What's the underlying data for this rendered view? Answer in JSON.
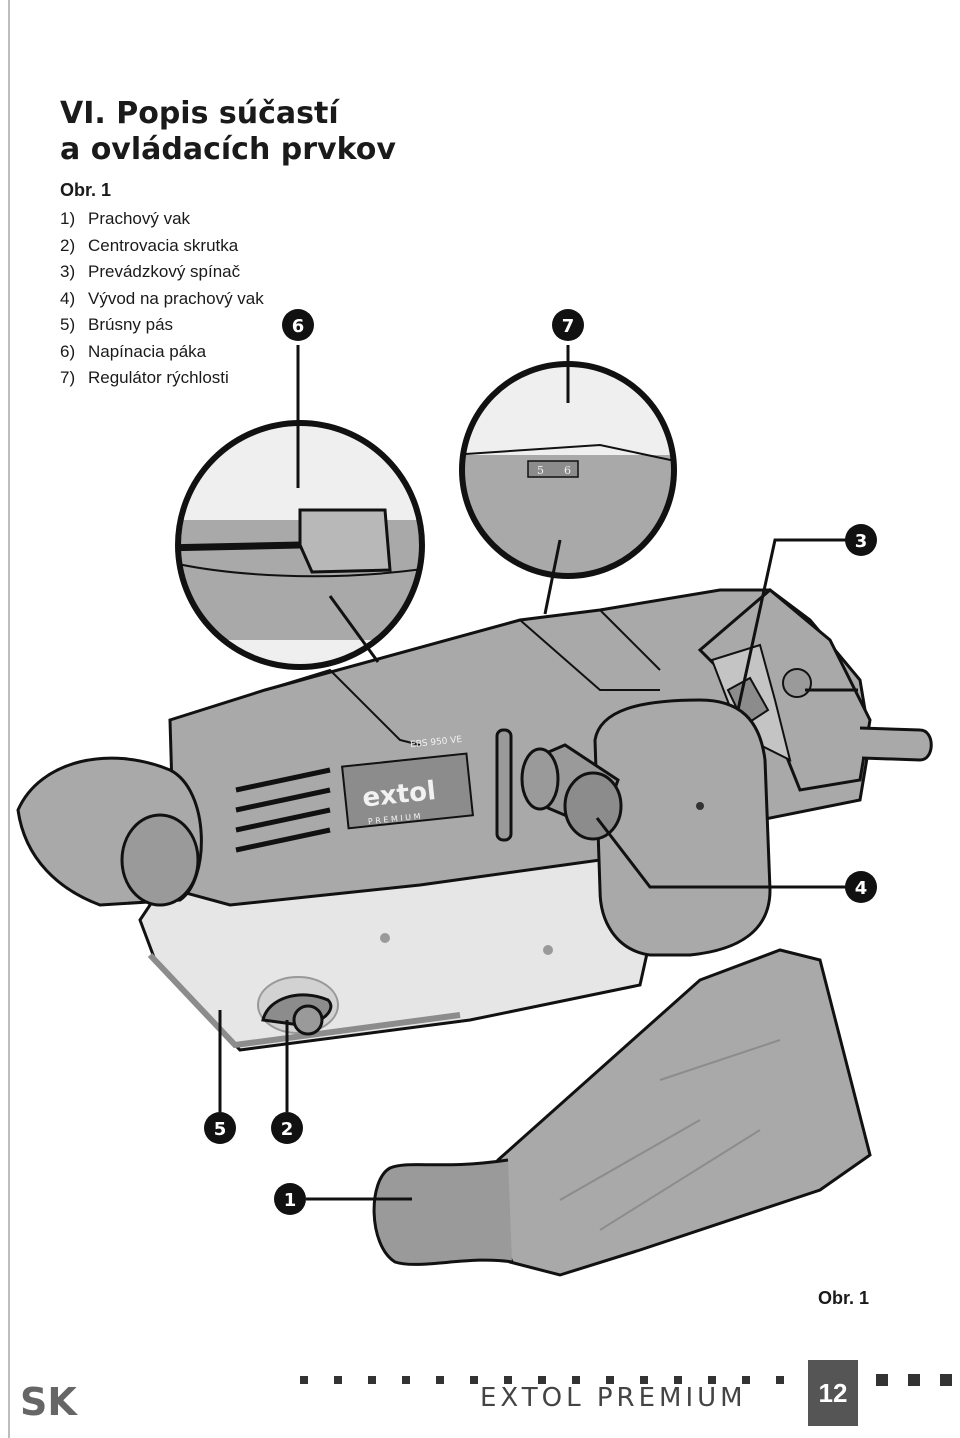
{
  "heading": {
    "line1": "VI. Popis súčastí",
    "line2": "a ovládacích prvkov"
  },
  "figure_label": "Obr. 1",
  "parts": [
    {
      "num": "1)",
      "label": "Prachový vak"
    },
    {
      "num": "2)",
      "label": "Centrovacia skrutka"
    },
    {
      "num": "3)",
      "label": "Prevádzkový spínač"
    },
    {
      "num": "4)",
      "label": "Vývod na prachový vak"
    },
    {
      "num": "5)",
      "label": "Brúsny pás"
    },
    {
      "num": "6)",
      "label": "Napínacia páka"
    },
    {
      "num": "7)",
      "label": "Regulátor rýchlosti"
    }
  ],
  "callouts": {
    "c1": "1",
    "c2": "2",
    "c3": "3",
    "c4": "4",
    "c5": "5",
    "c6": "6",
    "c7": "7"
  },
  "machine": {
    "logo": "extol",
    "logo_sub": "P R E M I U M",
    "model": "EBS 950 VE",
    "dial_low": "5",
    "dial_high": "6"
  },
  "footer": {
    "lang": "SK",
    "brand": "EXTOL PREMIUM",
    "page": "12"
  },
  "colors": {
    "body_gray": "#a9a9a9",
    "dark_gray": "#8c8c8c",
    "light_body": "#e6e6e6",
    "outline": "#111111",
    "footer_box": "#555555"
  }
}
